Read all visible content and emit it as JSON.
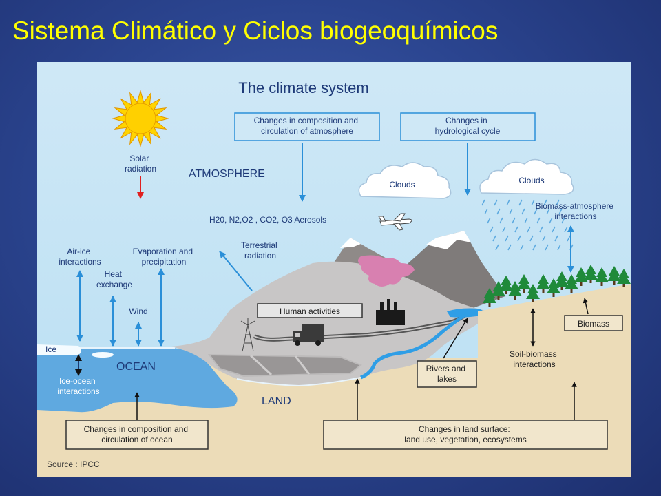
{
  "slide": {
    "title": "Sistema Climático y Ciclos biogeoquímicos"
  },
  "diagram": {
    "title": "The climate system",
    "labels": {
      "atm_composition": [
        "Changes in composition and",
        "circulation of atmosphere"
      ],
      "hydro_cycle": [
        "Changes in",
        "hydrological cycle"
      ],
      "solar": [
        "Solar",
        "radiation"
      ],
      "atmosphere": "ATMOSPHERE",
      "clouds": "Clouds",
      "gases_aerosols": "H20, N2,O2 , CO2, O3 Aerosols",
      "biomass_atm": [
        "Biomass-atmosphere",
        "interactions"
      ],
      "air_ice": [
        "Air-ice",
        "interactions"
      ],
      "heat_exchange": [
        "Heat",
        "exchange"
      ],
      "evap_precip": [
        "Evaporation and",
        "precipitation"
      ],
      "terrestrial": [
        "Terrestrial",
        "radiation"
      ],
      "wind": "Wind",
      "human": "Human activities",
      "biomass": "Biomass",
      "ice": "Ice",
      "ocean": "OCEAN",
      "ice_ocean": [
        "Ice-ocean",
        "interactions"
      ],
      "soil_biomass": [
        "Soil-biomass",
        "interactions"
      ],
      "rivers_lakes": [
        "Rivers and",
        "lakes"
      ],
      "land": "LAND",
      "ocean_composition": [
        "Changes in composition and",
        "circulation of ocean"
      ],
      "land_surface": [
        "Changes in land surface:",
        "land use, vegetation, ecosystems"
      ],
      "source": "Source : IPCC"
    }
  }
}
